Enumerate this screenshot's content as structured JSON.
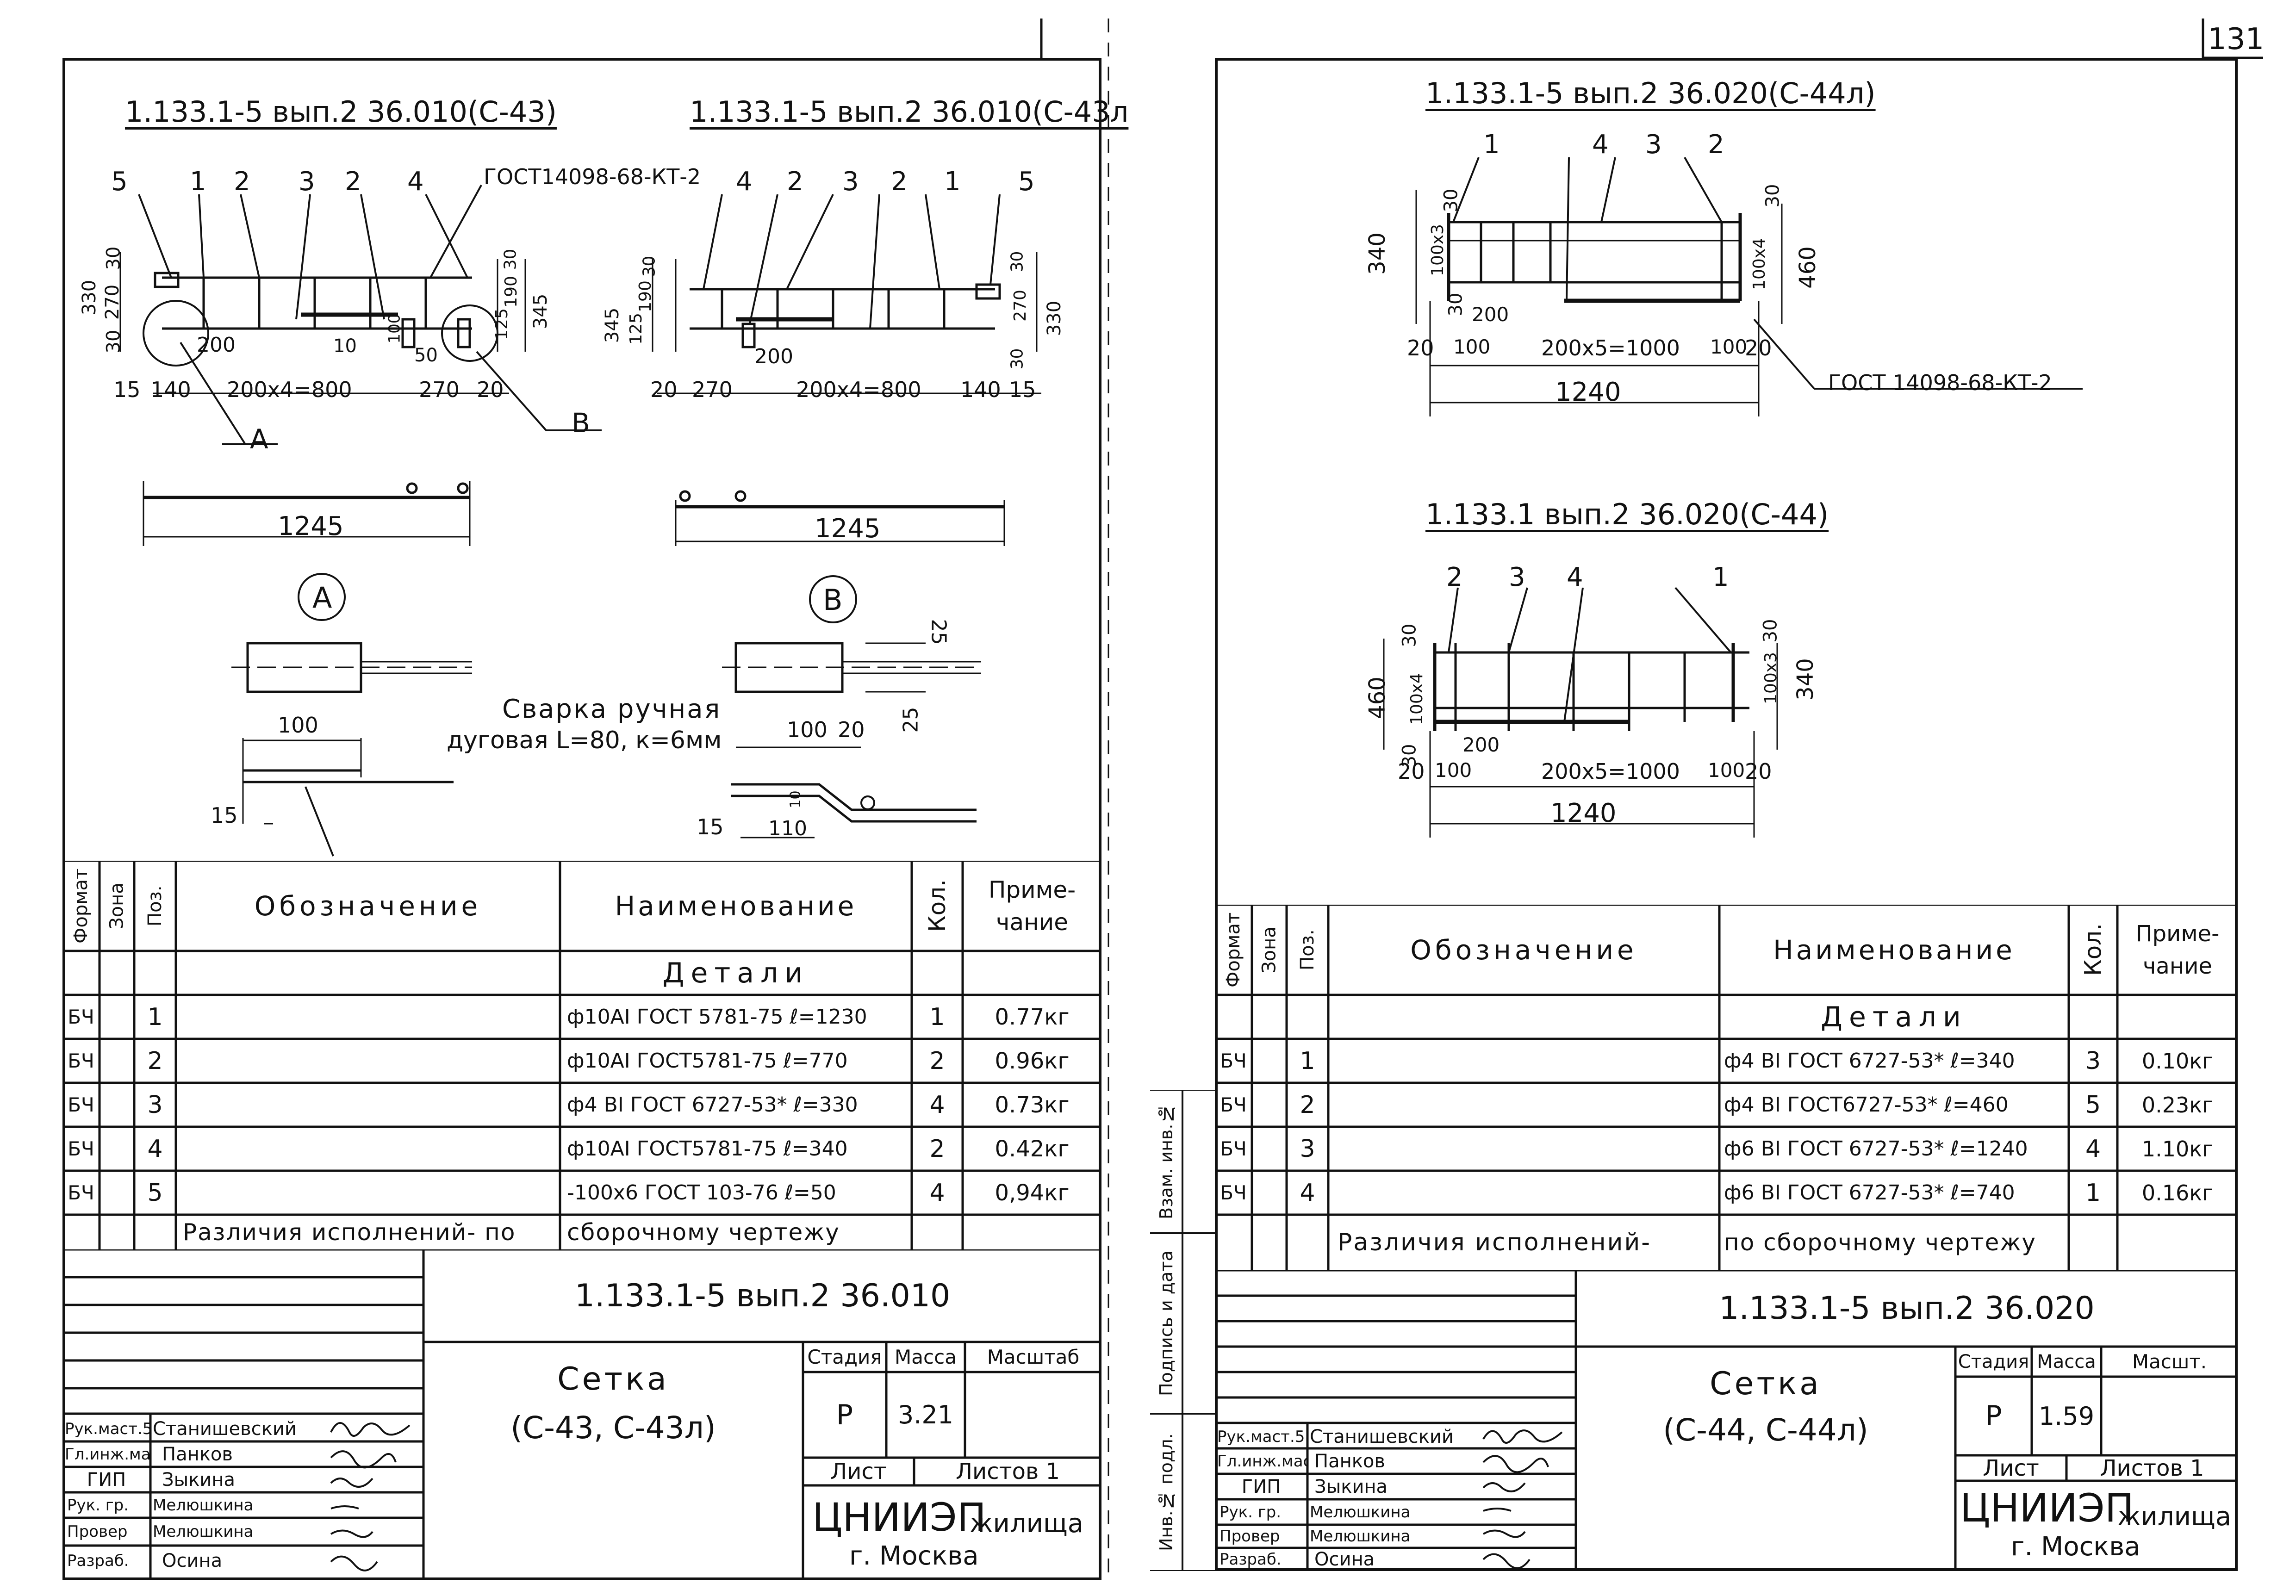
{
  "page_number": "131",
  "left": {
    "ref1": "1.133.1-5 вып.2 36.010(С-43)",
    "ref2": "1.133.1-5 вып.2 36.010(С-43л",
    "gost": "ГОСТ14098-68-КТ-2",
    "callouts_a": [
      "5",
      "1",
      "2",
      "3",
      "2",
      "4"
    ],
    "callouts_b": [
      "4",
      "2",
      "3",
      "2",
      "1",
      "5"
    ],
    "dims_a": {
      "d330": "330",
      "d270": "270",
      "d30": "30",
      "d30b": "30",
      "d200": "200",
      "d10": "10",
      "d100": "100",
      "d50": "50",
      "d125": "125",
      "d190": "190",
      "d345": "345",
      "d30c": "30",
      "r15": "15",
      "r140": "140",
      "r800": "200х4=800",
      "r270": "270",
      "r20": "20"
    },
    "dims_b": {
      "d345": "345",
      "d125": "125",
      "d190": "190",
      "d30": "30",
      "d200": "200",
      "d30b": "30",
      "d270": "270",
      "d330": "330",
      "d30c": "30",
      "r20": "20",
      "r270": "270",
      "r800": "200х4=800",
      "r140": "140",
      "r15": "15"
    },
    "label_A": "А",
    "label_B": "В",
    "len_a": "1245",
    "len_b": "1245",
    "node_A": "А",
    "node_B": "В",
    "weld_1": "Сварка ручная",
    "weld_2": "дуговая L=80, к=6мм",
    "detA": {
      "d100": "100",
      "d15": "15"
    },
    "detB": {
      "d25a": "25",
      "d25b": "25",
      "d100": "100",
      "d20": "20",
      "d15": "15",
      "d110": "110",
      "d10": "10"
    },
    "spec": {
      "h_format": "Формат",
      "h_zone": "Зона",
      "h_pos": "Поз.",
      "h_designation": "Обозначение",
      "h_name": "Наименование",
      "h_qty": "Кол.",
      "h_note": "Приме-чание",
      "section": "Детали",
      "rows": [
        {
          "f": "БЧ",
          "p": "1",
          "name": "ф10АI ГОСТ 5781-75 ℓ=1230",
          "q": "1",
          "n": "0.77кг"
        },
        {
          "f": "БЧ",
          "p": "2",
          "name": "ф10АI ГОСТ5781-75 ℓ=770",
          "q": "2",
          "n": "0.96кг"
        },
        {
          "f": "БЧ",
          "p": "3",
          "name": "ф4 ВI ГОСТ 6727-53* ℓ=330",
          "q": "4",
          "n": "0.73кг"
        },
        {
          "f": "БЧ",
          "p": "4",
          "name": "ф10АI ГОСТ5781-75 ℓ=340",
          "q": "2",
          "n": "0.42кг"
        },
        {
          "f": "БЧ",
          "p": "5",
          "name": "-100х6 ГОСТ 103-76 ℓ=50",
          "q": "4",
          "n": "0,94кг"
        }
      ],
      "diff_1": "Различия исполнений- по",
      "diff_2": "сборочному чертежу"
    },
    "title": {
      "code": "1.133.1-5 вып.2 36.010",
      "name_1": "Сетка",
      "name_2": "(С-43, С-43л)",
      "h_stage": "Стадия",
      "h_mass": "Масса",
      "h_scale": "Масштаб",
      "stage": "Р",
      "mass": "3.21",
      "sheet": "Лист",
      "sheets": "Листов 1",
      "org_1": "ЦНИИЭП",
      "org_2": "жилища",
      "org_3": "г. Москва",
      "staff": [
        {
          "role": "Рук.маст.5",
          "name": "Станишевский"
        },
        {
          "role": "Гл.инж.маст",
          "name": "Панков"
        },
        {
          "role": "ГИП",
          "name": "Зыкина"
        },
        {
          "role": "Рук. гр.",
          "name": "Мелюшкина"
        },
        {
          "role": "Провер",
          "name": "Мелюшкина"
        },
        {
          "role": "Разраб.",
          "name": "Осина"
        }
      ]
    }
  },
  "right": {
    "ref1": "1.133.1-5 вып.2 36.020(С-44л)",
    "ref2": "1.133.1 вып.2 36.020(С-44)",
    "gost": "ГОСТ 14098-68-КТ-2",
    "callouts_a": [
      "1",
      "4",
      "3",
      "2"
    ],
    "callouts_b": [
      "2",
      "3",
      "4",
      "1"
    ],
    "dims_a": {
      "d30": "30",
      "d340": "340",
      "d100x3": "100х3",
      "d30b": "30",
      "d100x4": "100х4",
      "d460": "460",
      "d30c": "30",
      "d200": "200",
      "d20": "20",
      "d100": "100",
      "d1000": "200х5=1000",
      "d100b": "100",
      "d20b": "20",
      "d1240": "1240"
    },
    "dims_b": {
      "d460": "460",
      "d100x4": "100х4",
      "d30": "30",
      "d30b": "30",
      "d100x3": "100х3",
      "d340": "340",
      "d30c": "30",
      "d200": "200",
      "d20": "20",
      "d100": "100",
      "d1000": "200х5=1000",
      "d100b": "100",
      "d20b": "20",
      "d1240": "1240"
    },
    "spec": {
      "h_format": "Формат",
      "h_zone": "Зона",
      "h_pos": "Поз.",
      "h_designation": "Обозначение",
      "h_name": "Наименование",
      "h_qty": "Кол.",
      "h_note": "Приме-чание",
      "section": "Детали",
      "rows": [
        {
          "f": "БЧ",
          "p": "1",
          "name": "ф4 ВI ГОСТ 6727-53* ℓ=340",
          "q": "3",
          "n": "0.10кг"
        },
        {
          "f": "БЧ",
          "p": "2",
          "name": "ф4 ВI ГОСТ6727-53* ℓ=460",
          "q": "5",
          "n": "0.23кг"
        },
        {
          "f": "БЧ",
          "p": "3",
          "name": "ф6 ВI ГОСТ 6727-53* ℓ=1240",
          "q": "4",
          "n": "1.10кг"
        },
        {
          "f": "БЧ",
          "p": "4",
          "name": "ф6 ВI ГОСТ 6727-53* ℓ=740",
          "q": "1",
          "n": "0.16кг"
        }
      ],
      "diff_1": "Различия исполнений-",
      "diff_2": "по сборочному чертежу"
    },
    "side": {
      "s1": "Взам. инв.№",
      "s2": "Подпись и дата",
      "s3": "Инв.№ подл."
    },
    "title": {
      "code": "1.133.1-5 вып.2 36.020",
      "name_1": "Сетка",
      "name_2": "(С-44, С-44л)",
      "h_stage": "Стадия",
      "h_mass": "Масса",
      "h_scale": "Масшт.",
      "stage": "Р",
      "mass": "1.59",
      "sheet": "Лист",
      "sheets": "Листов 1",
      "org_1": "ЦНИИЭП",
      "org_2": "жилища",
      "org_3": "г. Москва",
      "staff": [
        {
          "role": "Рук.маст.5",
          "name": "Станишевский"
        },
        {
          "role": "Гл.инж.маст",
          "name": "Панков"
        },
        {
          "role": "ГИП",
          "name": "Зыкина"
        },
        {
          "role": "Рук. гр.",
          "name": "Мелюшкина"
        },
        {
          "role": "Провер",
          "name": "Мелюшкина"
        },
        {
          "role": "Разраб.",
          "name": "Осина"
        }
      ]
    }
  }
}
